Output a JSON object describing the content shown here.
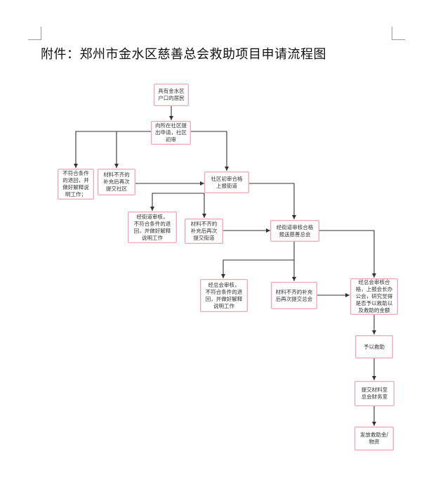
{
  "document": {
    "title": "附件：郑州市金水区慈善总会救助项目申请流程图"
  },
  "flowchart": {
    "nodes": {
      "resident": "具有金水区\n户口的居民",
      "apply": "向所在社区提\n出申请，社区\n初审",
      "reject_community": "不符合条件\n的退回，并\n做好解释说\n明工作；",
      "resubmit_community": "材料不齐的\n补充后再次\n提交社区",
      "community_pass": "社区初审合格\n上报街道",
      "reject_street": "经街道审核，\n不符合条件的退\n回，并做好解释\n说明工作",
      "resubmit_street": "材料不齐的\n补充后再次\n提交街道",
      "street_pass": "经街道审核合格\n报送慈善总会",
      "reject_charity": "经总会审核，\n不符合条件的退\n回，并做好解释\n说明工作",
      "resubmit_charity": "材料不齐的补充\n后再次提交总会",
      "charity_pass": "经总会审核合\n格，上报会长办\n公会，研究觉得\n是否予以救助以\n及救助的金额",
      "grant": "予以救助",
      "finance": "提交材料至\n总会财务室",
      "distribute": "发放救助金/\n物资"
    }
  }
}
